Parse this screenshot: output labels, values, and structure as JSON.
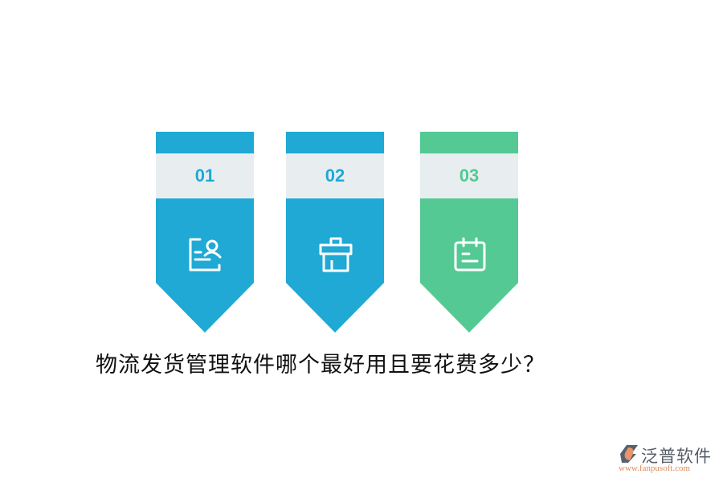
{
  "banners": [
    {
      "number": "01",
      "icon": "contact-card-icon",
      "color": "#1fa9d4",
      "number_color": "#1fa9d4"
    },
    {
      "number": "02",
      "icon": "gift-box-icon",
      "color": "#1fa9d4",
      "number_color": "#1fa9d4"
    },
    {
      "number": "03",
      "icon": "calendar-icon",
      "color": "#54c994",
      "number_color": "#54c994"
    }
  ],
  "band_color": "#e8eef0",
  "title": "物流发货管理软件哪个最好用且要花费多少？",
  "logo": {
    "brand": "泛普软件",
    "url": "www.fanpusoft.com"
  }
}
